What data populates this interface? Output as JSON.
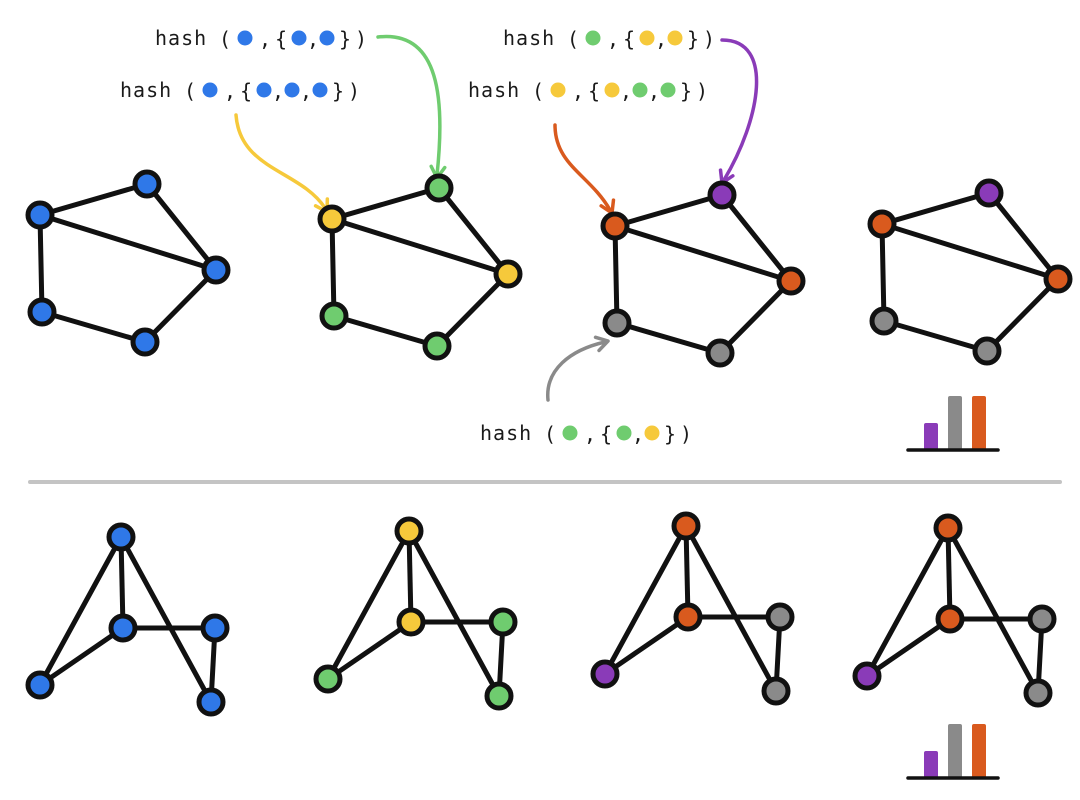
{
  "colors": {
    "blue": "#2f78e8",
    "yellow": "#f6c93b",
    "green": "#6fcc6f",
    "orange": "#d95a1e",
    "purple": "#8a3bb8",
    "gray": "#8a8a8a",
    "edge": "#111111",
    "divider": "#c4c4c4"
  },
  "hash_word": "hash",
  "top_graphs": [
    {
      "nodes": [
        "blue",
        "blue",
        "blue",
        "blue",
        "blue"
      ]
    },
    {
      "nodes": [
        "yellow",
        "green",
        "yellow",
        "green",
        "green"
      ]
    },
    {
      "nodes": [
        "orange",
        "purple",
        "orange",
        "gray",
        "gray"
      ]
    },
    {
      "nodes": [
        "orange",
        "purple",
        "orange",
        "gray",
        "gray"
      ]
    }
  ],
  "bottom_graphs": [
    {
      "nodes": [
        "blue",
        "blue",
        "blue",
        "blue",
        "blue"
      ]
    },
    {
      "nodes": [
        "yellow",
        "yellow",
        "green",
        "green",
        "green"
      ]
    },
    {
      "nodes": [
        "orange",
        "orange",
        "gray",
        "purple",
        "gray"
      ]
    },
    {
      "nodes": [
        "orange",
        "orange",
        "gray",
        "purple",
        "gray"
      ]
    }
  ],
  "hash_labels": [
    {
      "self": "blue",
      "neighbors": [
        "blue",
        "blue"
      ],
      "arrow_color": "green"
    },
    {
      "self": "blue",
      "neighbors": [
        "blue",
        "blue",
        "blue"
      ],
      "arrow_color": "yellow"
    },
    {
      "self": "green",
      "neighbors": [
        "yellow",
        "yellow"
      ],
      "arrow_color": "purple"
    },
    {
      "self": "yellow",
      "neighbors": [
        "yellow",
        "green",
        "green"
      ],
      "arrow_color": "orange"
    },
    {
      "self": "green",
      "neighbors": [
        "green",
        "yellow"
      ],
      "arrow_color": "gray"
    }
  ],
  "histograms": [
    {
      "bars": [
        {
          "color": "purple",
          "value": 1
        },
        {
          "color": "gray",
          "value": 2
        },
        {
          "color": "orange",
          "value": 2
        }
      ]
    },
    {
      "bars": [
        {
          "color": "purple",
          "value": 1
        },
        {
          "color": "gray",
          "value": 2
        },
        {
          "color": "orange",
          "value": 2
        }
      ]
    }
  ]
}
